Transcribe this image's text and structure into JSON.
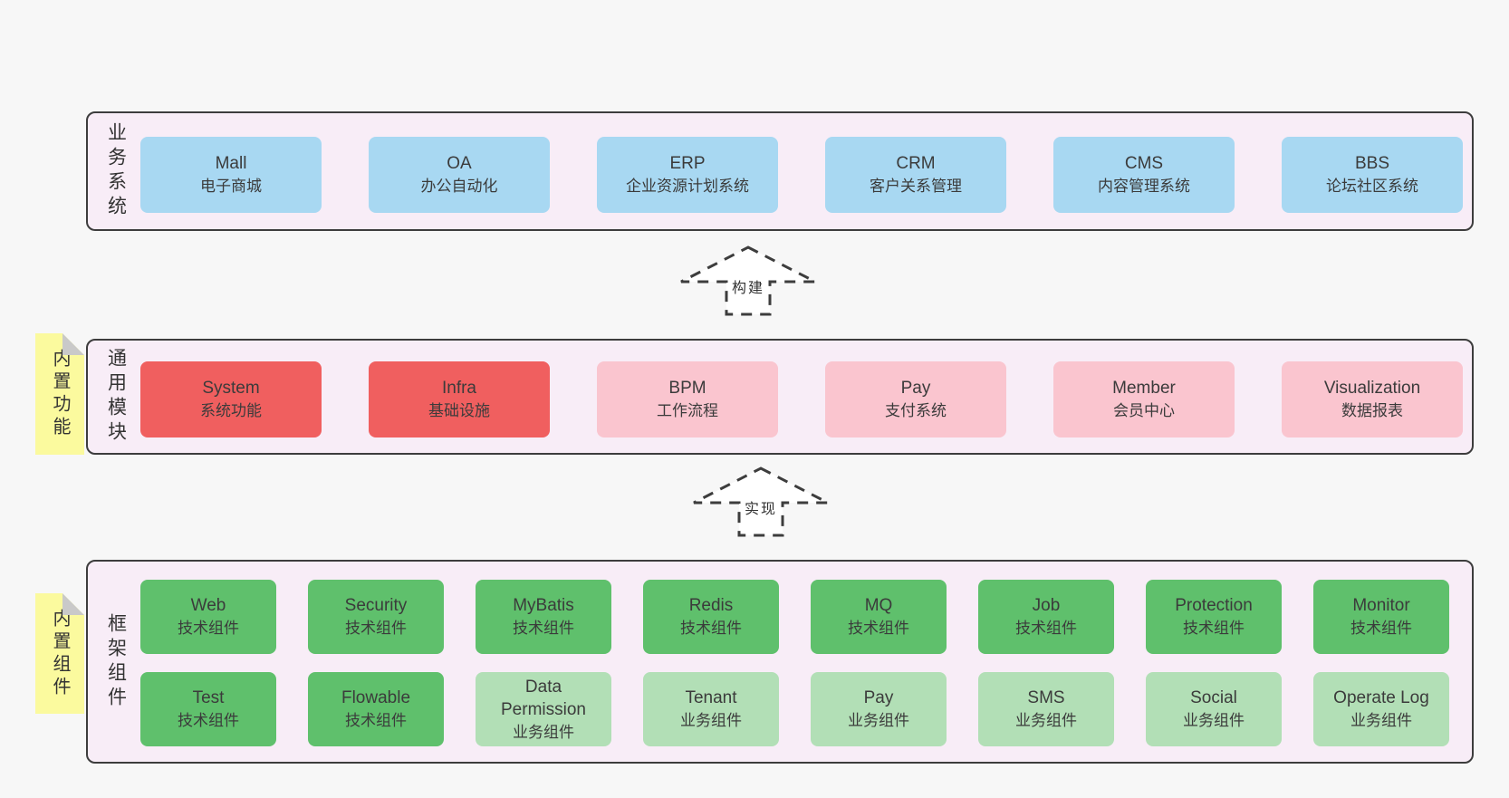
{
  "colors": {
    "page_bg": "#f7f7f7",
    "band_bg": "#f8edf7",
    "band_border": "#3d3d3d",
    "blue": "#a8d8f2",
    "red": "#f05f5f",
    "pink": "#fac5cf",
    "green": "#5fc06c",
    "light_green": "#b2dfb6",
    "note_yellow": "#fbfa9e",
    "fold_gray": "#c9c9c9",
    "text": "#3b3b3b",
    "arrow_fill": "#ffffff"
  },
  "arrows": {
    "build": "构建",
    "implement": "实现"
  },
  "sections": {
    "business": {
      "label": "业务系统",
      "items": [
        {
          "name": "Mall",
          "desc": "电子商城",
          "variant": "blue"
        },
        {
          "name": "OA",
          "desc": "办公自动化",
          "variant": "blue"
        },
        {
          "name": "ERP",
          "desc": "企业资源计划系统",
          "variant": "blue"
        },
        {
          "name": "CRM",
          "desc": "客户关系管理",
          "variant": "blue"
        },
        {
          "name": "CMS",
          "desc": "内容管理系统",
          "variant": "blue"
        },
        {
          "name": "BBS",
          "desc": "论坛社区系统",
          "variant": "blue"
        }
      ]
    },
    "modules": {
      "label": "通用模块",
      "note": "内置功能",
      "items": [
        {
          "name": "System",
          "desc": "系统功能",
          "variant": "red"
        },
        {
          "name": "Infra",
          "desc": "基础设施",
          "variant": "red"
        },
        {
          "name": "BPM",
          "desc": "工作流程",
          "variant": "pink"
        },
        {
          "name": "Pay",
          "desc": "支付系统",
          "variant": "pink"
        },
        {
          "name": "Member",
          "desc": "会员中心",
          "variant": "pink"
        },
        {
          "name": "Visualization",
          "desc": "数据报表",
          "variant": "pink"
        }
      ]
    },
    "components": {
      "label": "框架组件",
      "note": "内置组件",
      "rows": [
        [
          {
            "name": "Web",
            "desc": "技术组件",
            "variant": "green"
          },
          {
            "name": "Security",
            "desc": "技术组件",
            "variant": "green"
          },
          {
            "name": "MyBatis",
            "desc": "技术组件",
            "variant": "green"
          },
          {
            "name": "Redis",
            "desc": "技术组件",
            "variant": "green"
          },
          {
            "name": "MQ",
            "desc": "技术组件",
            "variant": "green"
          },
          {
            "name": "Job",
            "desc": "技术组件",
            "variant": "green"
          },
          {
            "name": "Protection",
            "desc": "技术组件",
            "variant": "green"
          },
          {
            "name": "Monitor",
            "desc": "技术组件",
            "variant": "green"
          }
        ],
        [
          {
            "name": "Test",
            "desc": "技术组件",
            "variant": "green"
          },
          {
            "name": "Flowable",
            "desc": "技术组件",
            "variant": "green"
          },
          {
            "name": "Data Permission",
            "desc": "业务组件",
            "variant": "lightgreen"
          },
          {
            "name": "Tenant",
            "desc": "业务组件",
            "variant": "lightgreen"
          },
          {
            "name": "Pay",
            "desc": "业务组件",
            "variant": "lightgreen"
          },
          {
            "name": "SMS",
            "desc": "业务组件",
            "variant": "lightgreen"
          },
          {
            "name": "Social",
            "desc": "业务组件",
            "variant": "lightgreen"
          },
          {
            "name": "Operate Log",
            "desc": "业务组件",
            "variant": "lightgreen"
          }
        ]
      ]
    }
  }
}
